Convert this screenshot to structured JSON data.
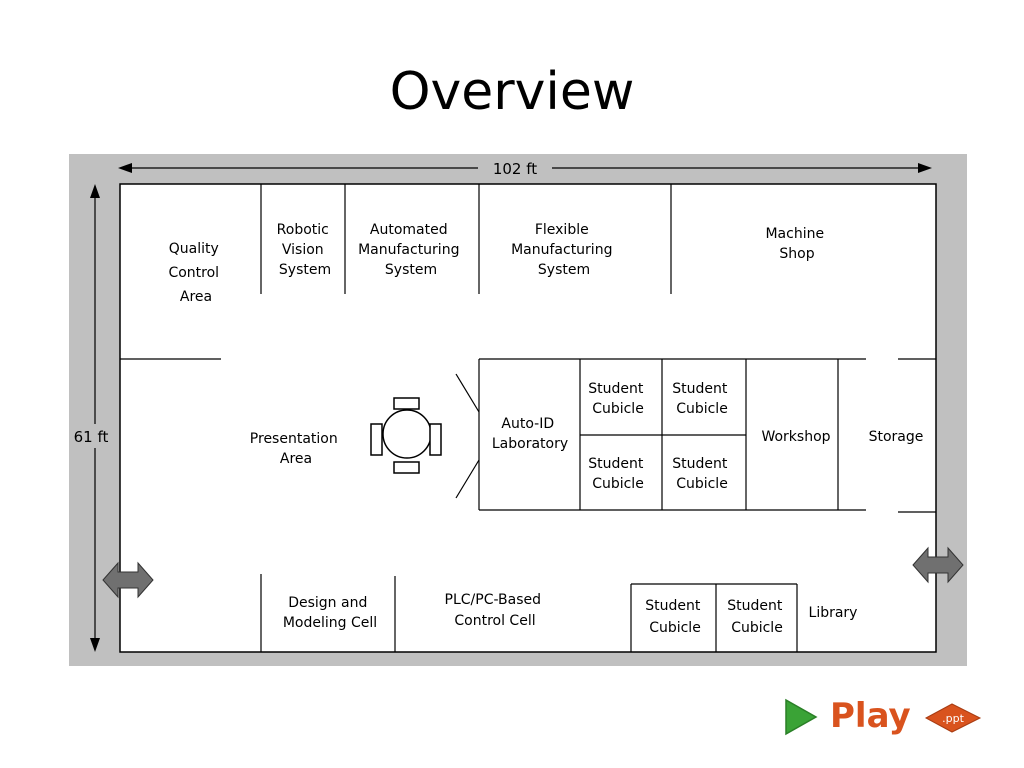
{
  "slide": {
    "title": "Overview"
  },
  "dimensions": {
    "width_label": "102 ft",
    "height_label": "61 ft"
  },
  "rooms": {
    "quality_control": [
      "Quality",
      "Control",
      "Area"
    ],
    "robotic_vision": [
      "Robotic",
      "Vision",
      "System"
    ],
    "automated_manufacturing": [
      "Automated",
      "Manufacturing",
      "System"
    ],
    "flexible_manufacturing": [
      "Flexible",
      "Manufacturing",
      "System"
    ],
    "machine_shop": [
      "Machine",
      "Shop"
    ],
    "presentation_area": [
      "Presentation",
      "Area"
    ],
    "auto_id_lab": [
      "Auto-ID",
      "Laboratory"
    ],
    "student_cubicle": [
      "Student",
      "Cubicle"
    ],
    "workshop": "Workshop",
    "storage": "Storage",
    "design_modeling": [
      "Design and",
      "Modeling Cell"
    ],
    "plc_control": [
      "PLC/PC-Based",
      "Control Cell"
    ],
    "library": "Library"
  },
  "branding": {
    "logo_text": "Play",
    "badge_text": ".ppt"
  },
  "colors": {
    "frame_gray": "#c0c0c0",
    "play_orange": "#d9531e",
    "play_green": "#3aa336",
    "door_arrow": "#707070"
  },
  "icons": [
    "door-arrow-icon",
    "play-triangle-icon",
    "ppt-badge-icon"
  ]
}
